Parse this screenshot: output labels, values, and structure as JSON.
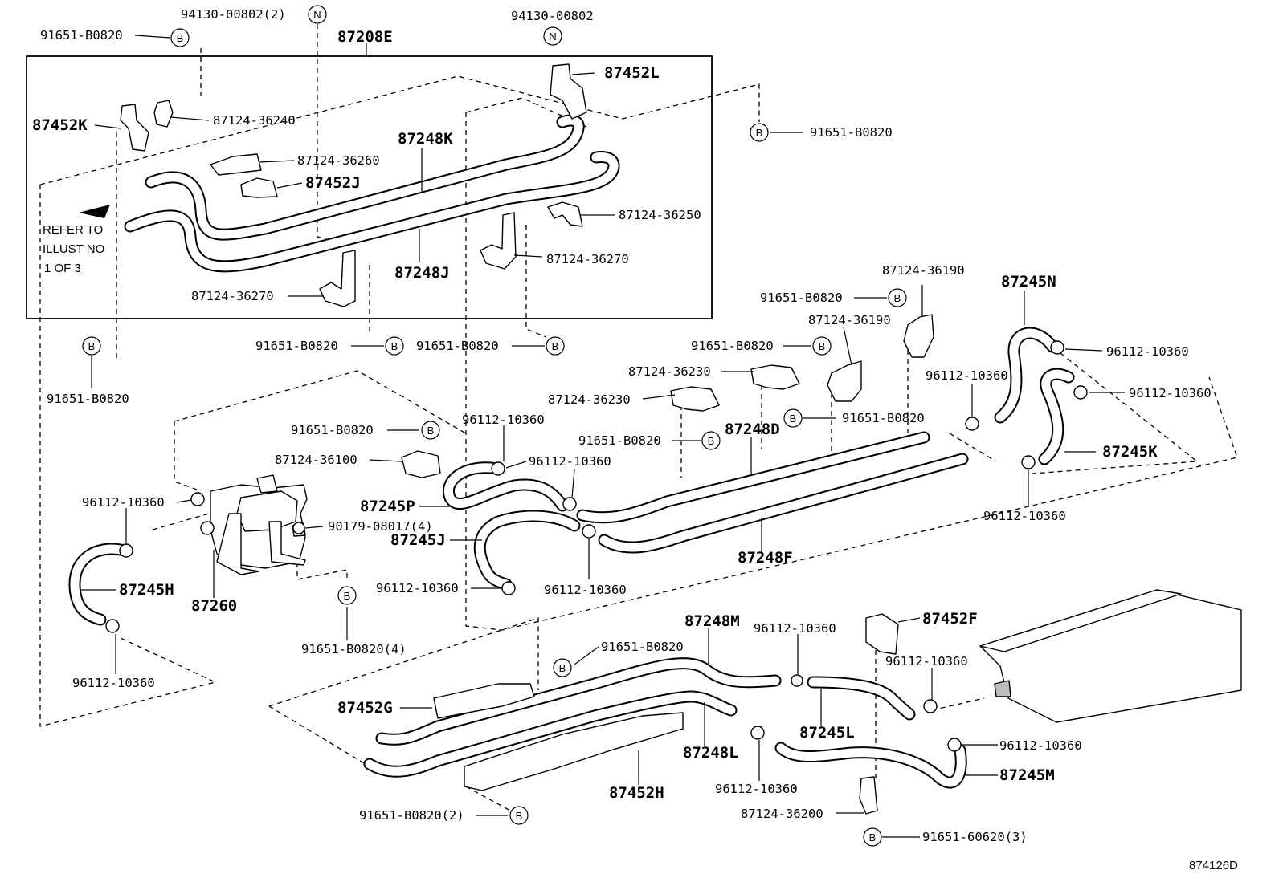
{
  "labels": {
    "p87208E": "87208E",
    "p94130_00802_2": "94130-00802(2)",
    "p94130_00802": "94130-00802",
    "p91651_B0820_top": "91651-B0820",
    "p87452L": "87452L",
    "p87452K": "87452K",
    "p87124_36240": "87124-36240",
    "p87248K": "87248K",
    "p87124_36260": "87124-36260",
    "p87452J": "87452J",
    "p87124_36250": "87124-36250",
    "p87124_36270_r": "87124-36270",
    "p87248J": "87248J",
    "p87124_36270_l": "87124-36270",
    "p91651_B0820_rt": "91651-B0820",
    "p91651_B0820_l": "91651-B0820",
    "p91651_B0820_m1": "91651-B0820",
    "p91651_B0820_m2": "91651-B0820",
    "p87124_36190_a": "87124-36190",
    "p87124_36190_b": "87124-36190",
    "p91651_B0820_c1": "91651-B0820",
    "p91651_B0820_c2": "91651-B0820",
    "p87245N": "87245N",
    "p96112_10360_n1": "96112-10360",
    "p96112_10360_n2": "96112-10360",
    "p96112_10360_n3": "96112-10360",
    "p87124_36230_a": "87124-36230",
    "p87124_36230_b": "87124-36230",
    "p91651_B0820_c3": "91651-B0820",
    "p91651_B0820_c4": "91651-B0820",
    "p87248D": "87248D",
    "p87245K": "87245K",
    "p96112_10360_k": "96112-10360",
    "p91651_B0820_v": "91651-B0820",
    "p96112_10360_p1": "96112-10360",
    "p96112_10360_p2": "96112-10360",
    "p87124_36100": "87124-36100",
    "p96112_10360_h1": "96112-10360",
    "p87245P": "87245P",
    "p90179_08017_4": "90179-08017(4)",
    "p87245J": "87245J",
    "p87248F": "87248F",
    "p87245H": "87245H",
    "p87260": "87260",
    "p96112_10360_j1": "96112-10360",
    "p96112_10360_j2": "96112-10360",
    "p91651_B0820_4": "91651-B0820(4)",
    "p96112_10360_h2": "96112-10360",
    "p87248M": "87248M",
    "p96112_10360_m1": "96112-10360",
    "p87452F": "87452F",
    "p91651_B0820_g": "91651-B0820",
    "p96112_10360_m2": "96112-10360",
    "p87452G": "87452G",
    "p87245L": "87245L",
    "p96112_10360_m3": "96112-10360",
    "p87248L": "87248L",
    "p87245M": "87245M",
    "p96112_10360_m4": "96112-10360",
    "p87452H": "87452H",
    "p91651_B0820_2": "91651-B0820(2)",
    "p87124_36200": "87124-36200",
    "p91651_60620_3": "91651-60620(3)",
    "refer_1": "REFER TO",
    "refer_2": "ILLUST NO",
    "refer_3": "1 OF 3",
    "figure_id": "874126D",
    "callout_B": "B",
    "callout_N": "N"
  }
}
